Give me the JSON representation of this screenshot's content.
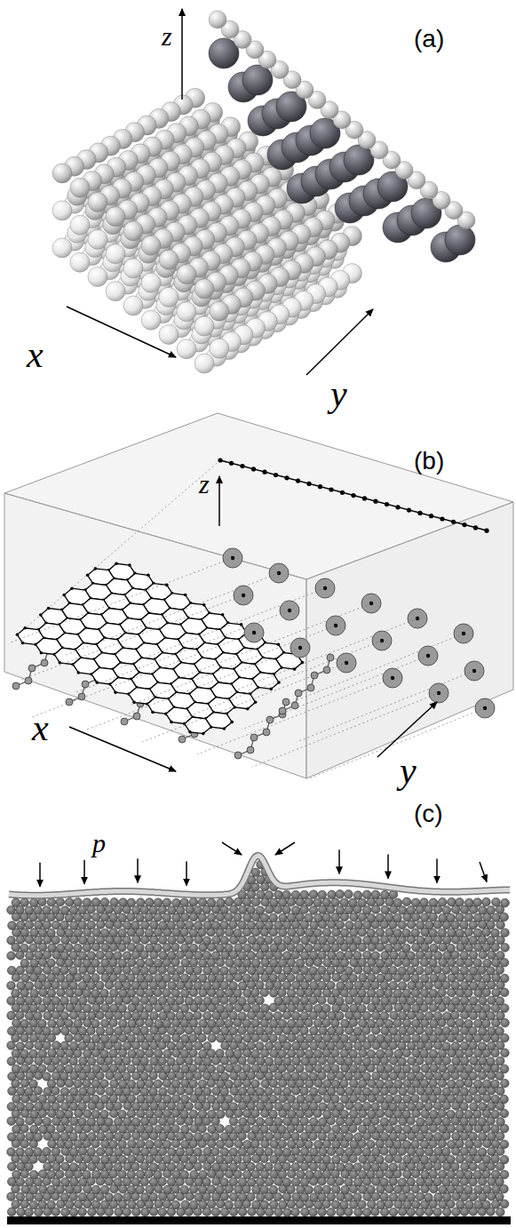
{
  "diagram": {
    "labels": [
      "(a)",
      "z",
      "x",
      "y",
      "(b)",
      "z",
      "x",
      "y",
      "(c)",
      "p"
    ]
  }
}
